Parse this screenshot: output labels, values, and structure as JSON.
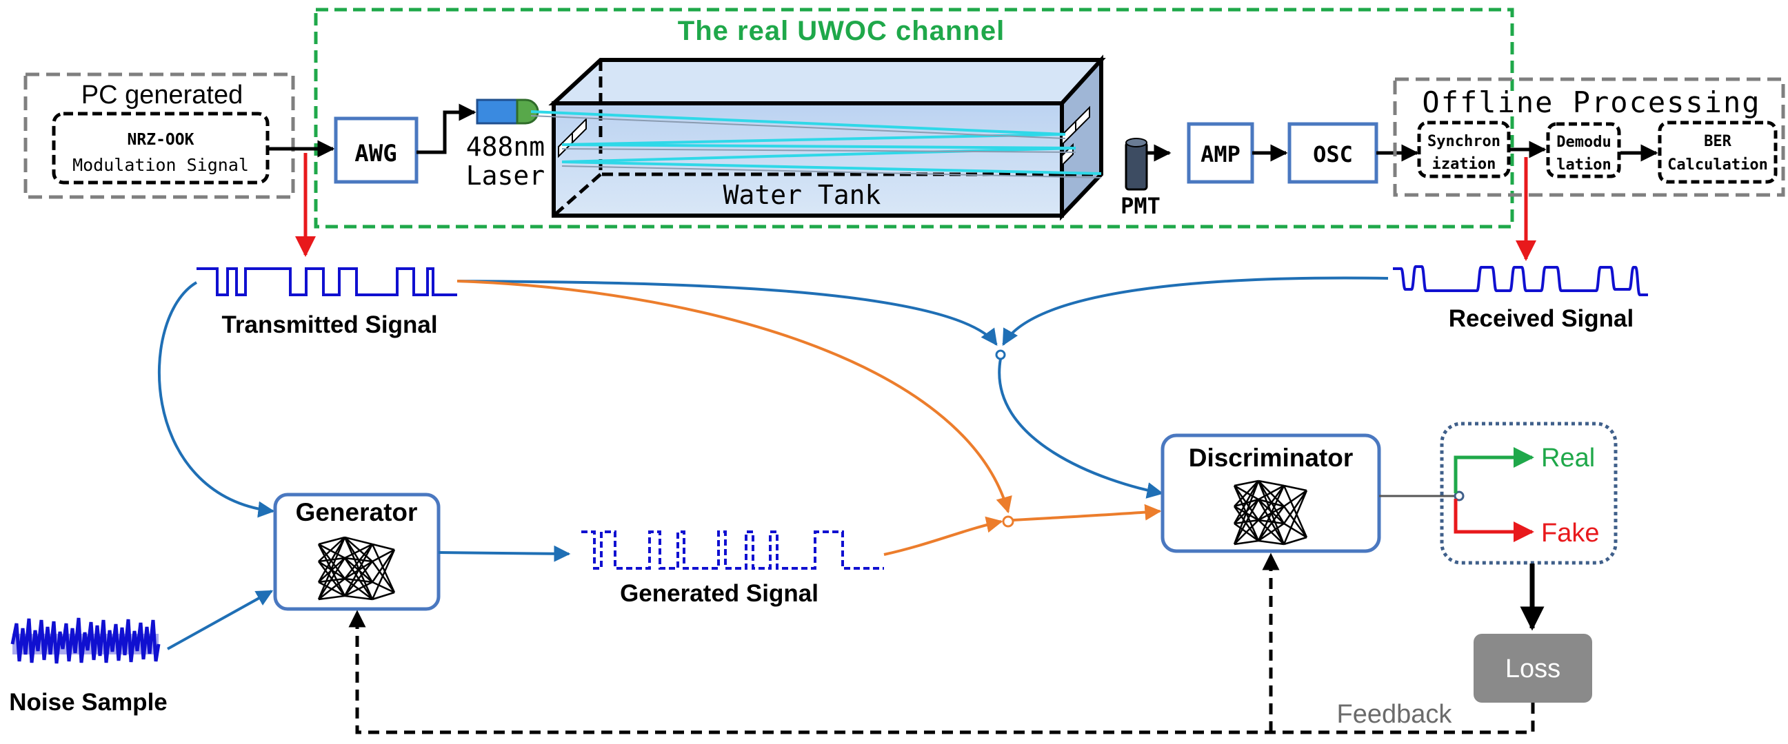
{
  "channel": {
    "title": "The real UWOC channel",
    "color": "#1fa84a"
  },
  "pc_generated": {
    "title": "PC generated",
    "signal_line1": "NRZ-OOK",
    "signal_line2": "Modulation Signal"
  },
  "devices": {
    "awg": "AWG",
    "laser_line1": "488nm",
    "laser_line2": "Laser",
    "tank": "Water Tank",
    "pmt": "PMT",
    "amp": "AMP",
    "osc": "OSC"
  },
  "offline": {
    "title": "Offline Processing",
    "sync_line1": "Synchron",
    "sync_line2": "ization",
    "demod_line1": "Demodu",
    "demod_line2": "lation",
    "ber_line1": "BER",
    "ber_line2": "Calculation"
  },
  "signals": {
    "transmitted": "Transmitted Signal",
    "received": "Received Signal",
    "generated": "Generated Signal",
    "noise": "Noise Sample"
  },
  "gan": {
    "generator": "Generator",
    "discriminator": "Discriminator",
    "real": "Real",
    "fake": "Fake",
    "loss": "Loss",
    "feedback": "Feedback"
  },
  "colors": {
    "blue_arrow": "#1f6fb5",
    "orange_arrow": "#ec7d2c",
    "red_arrow": "#e8191c",
    "real": "#1fa84a",
    "fake": "#e8191c",
    "box_border": "#4a78c0",
    "wave": "#1010d0",
    "loss_box": "#8a8a8a",
    "tank_fill": "#c8dcf4",
    "beam": "#2fd8e8"
  }
}
